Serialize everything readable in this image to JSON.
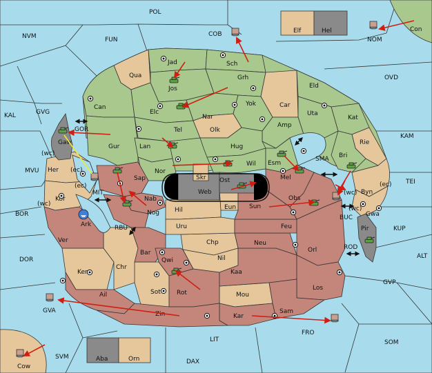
{
  "colors": {
    "sea": "#a8dcec",
    "green_power": "#a8c88e",
    "tan_power": "#e6c79c",
    "rose_power": "#c4857a",
    "grey_power": "#8a8a8a",
    "order_arrow": "#d01e10"
  },
  "labels": {
    "pol": "POL",
    "nvm": "NVM",
    "fun": "FUN",
    "cob": "COB",
    "nom": "NOM",
    "con": "Con",
    "elf": "Elf",
    "hel": "Hel",
    "ovd": "OVD",
    "kal": "KAL",
    "gvg": "GVG",
    "kam": "KAM",
    "mvu": "MVU",
    "tei": "TEI",
    "bor": "BOR",
    "kup": "KUP",
    "dor": "DOR",
    "alt": "ALT",
    "gvp": "GVP",
    "gva": "GVA",
    "fro": "FRO",
    "lit": "LIT",
    "som": "SOM",
    "svm": "SVM",
    "cow": "Cow",
    "dax": "DAX",
    "aba": "Aba",
    "orn": "Orn",
    "jad": "Jad",
    "sch": "Sch",
    "qua": "Qua",
    "jos": "Jos",
    "grh": "Grh",
    "eld": "Eld",
    "can": "Can",
    "elc": "Elc",
    "nar": "Nar",
    "yok": "Yok",
    "car": "Car",
    "uta": "Uta",
    "kat": "Kat",
    "tel": "Tel",
    "olk": "Olk",
    "amp": "Amp",
    "gur": "Gur",
    "lan": "Lan",
    "hug": "Hug",
    "rie": "Rie",
    "bri": "Bri",
    "gor": "GOR",
    "gaw": "Gaw",
    "nor": "Nor",
    "wil": "Wil",
    "esm": "Esm",
    "sma": "SMA",
    "her": "Her",
    "sap": "Sap",
    "skr": "Skr",
    "ost": "Ost",
    "mel": "Mel",
    "web": "Web",
    "byn": "Byn",
    "kor": "Kor",
    "mit": "MIT",
    "nab": "Nab",
    "eun": "Eun",
    "obs": "Obs",
    "sun": "Sun",
    "nog": "Nog",
    "hil": "Hil",
    "buc": "BUC",
    "gwa": "Gwa",
    "ark": "Ark",
    "rbu": "RBU",
    "uru": "Uru",
    "feu": "Feu",
    "pir": "Pir",
    "ver": "Ver",
    "chp": "Chp",
    "neu": "Neu",
    "orl": "Orl",
    "rod": "ROD",
    "bar": "Bar",
    "qwi": "Qwi",
    "nil": "Nil",
    "ken": "Ken",
    "chr": "Chr",
    "kaa": "Kaa",
    "los": "Los",
    "sot": "Sot",
    "rot": "Rot",
    "mou": "Mou",
    "ail": "Ail",
    "zin": "Zin",
    "kar": "Kar",
    "sam": "Sam",
    "ec1": "(ec)",
    "ec2": "(ec)",
    "ec3": "(ec)",
    "wc1": "(wc)",
    "wc2": "(wc)",
    "wc3": "(wc)",
    "wc4": "(wc)"
  }
}
